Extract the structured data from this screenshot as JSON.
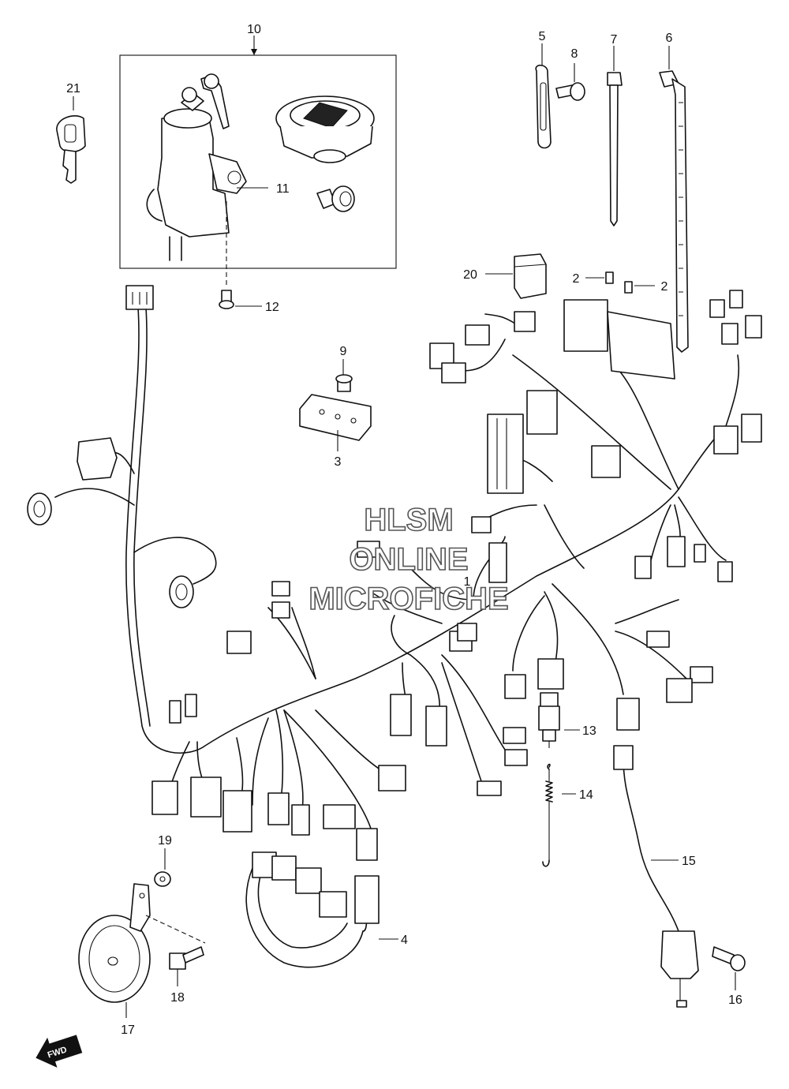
{
  "watermark": {
    "line1": "HLSM",
    "line2": "ONLINE",
    "line3": "MICROFICHE"
  },
  "direction_arrow": {
    "label": "FWD",
    "icon": "fwd-arrow-icon"
  },
  "callouts": [
    {
      "id": "c10",
      "label": "10"
    },
    {
      "id": "c21",
      "label": "21"
    },
    {
      "id": "c11",
      "label": "11"
    },
    {
      "id": "c12",
      "label": "12"
    },
    {
      "id": "c5",
      "label": "5"
    },
    {
      "id": "c8",
      "label": "8"
    },
    {
      "id": "c7",
      "label": "7"
    },
    {
      "id": "c6",
      "label": "6"
    },
    {
      "id": "c20",
      "label": "20"
    },
    {
      "id": "c2a",
      "label": "2"
    },
    {
      "id": "c2b",
      "label": "2"
    },
    {
      "id": "c9",
      "label": "9"
    },
    {
      "id": "c3",
      "label": "3"
    },
    {
      "id": "c1",
      "label": "1"
    },
    {
      "id": "c13",
      "label": "13"
    },
    {
      "id": "c14",
      "label": "14"
    },
    {
      "id": "c15",
      "label": "15"
    },
    {
      "id": "c16",
      "label": "16"
    },
    {
      "id": "c19",
      "label": "19"
    },
    {
      "id": "c18",
      "label": "18"
    },
    {
      "id": "c17",
      "label": "17"
    },
    {
      "id": "c4",
      "label": "4"
    }
  ]
}
